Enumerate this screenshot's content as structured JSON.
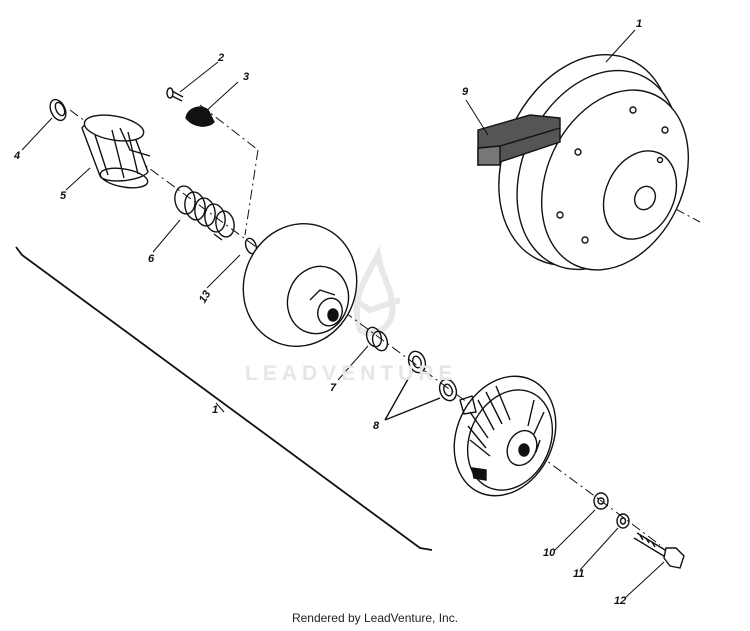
{
  "watermark": "LEADVENTURE",
  "footer": "Rendered by LeadVenture, Inc.",
  "callouts": {
    "c1_top": "1",
    "c1_bracket": "1",
    "c2": "2",
    "c3": "3",
    "c4": "4",
    "c5": "5",
    "c6": "6",
    "c7": "7",
    "c8": "8",
    "c9": "9",
    "c10": "10",
    "c11": "11",
    "c12": "12",
    "c13": "13"
  }
}
